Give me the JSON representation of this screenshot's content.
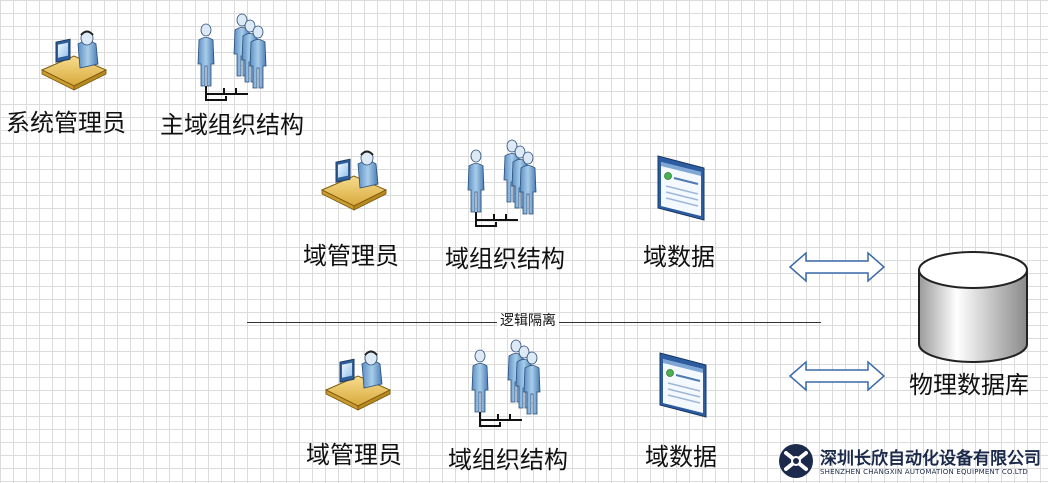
{
  "top": {
    "sysadmin_label": "系统管理员",
    "main_org_label": "主域组织结构"
  },
  "domain_a": {
    "admin_label": "域管理员",
    "org_label": "域组织结构",
    "data_label": "域数据"
  },
  "separator": {
    "label": "逻辑隔离"
  },
  "domain_b": {
    "admin_label": "域管理员",
    "org_label": "域组织结构",
    "data_label": "域数据"
  },
  "database": {
    "label": "物理数据库"
  },
  "watermark": {
    "company_name": "深圳长欣自动化设备有限公司",
    "company_name_en": "SHENZHEN CHANGXIN AUTOMATION EQUIPMENT CO.LTD"
  }
}
